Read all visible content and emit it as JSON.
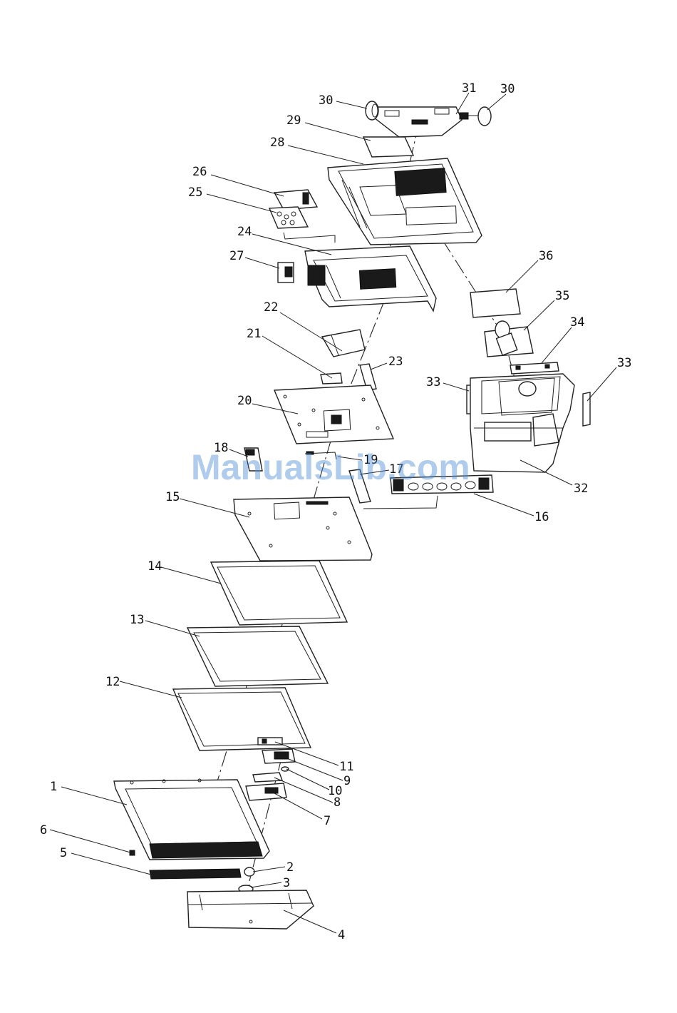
{
  "watermark": "ManualsLib.com",
  "callouts": {
    "c1": "1",
    "c2": "2",
    "c3": "3",
    "c4": "4",
    "c5": "5",
    "c6": "6",
    "c7": "7",
    "c8": "8",
    "c9": "9",
    "c10": "10",
    "c11": "11",
    "c12": "12",
    "c13": "13",
    "c14": "14",
    "c15": "15",
    "c16": "16",
    "c17": "17",
    "c18": "18",
    "c19": "19",
    "c20": "20",
    "c21": "21",
    "c22": "22",
    "c23": "23",
    "c24": "24",
    "c25": "25",
    "c26": "26",
    "c27": "27",
    "c28": "28",
    "c29": "29",
    "c30": "30",
    "c31": "31",
    "c32": "32",
    "c33": "33",
    "c34": "34",
    "c35": "35",
    "c36": "36"
  }
}
